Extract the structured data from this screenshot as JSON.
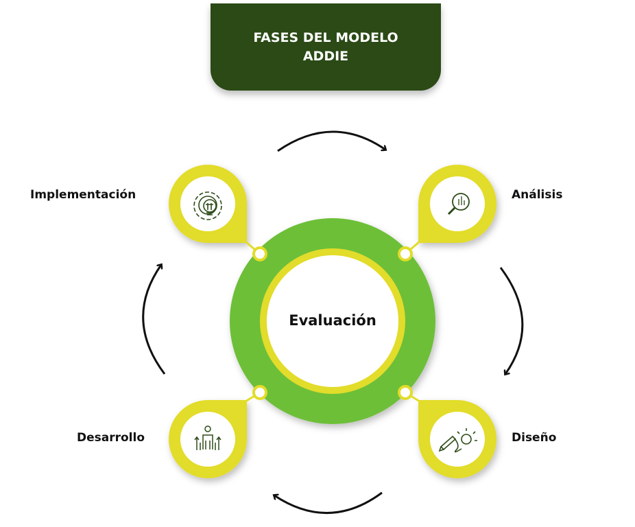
{
  "title": "FASES DEL MODELO ADDIE",
  "center": {
    "label": "Evaluación"
  },
  "phases": [
    {
      "label": "Análisis",
      "icon": "magnifier-chart-icon"
    },
    {
      "label": "Diseño",
      "icon": "pencil-lightbulb-icon"
    },
    {
      "label": "Desarrollo",
      "icon": "person-growth-icon"
    },
    {
      "label": "Implementación",
      "icon": "gear-lightbulb-icon"
    }
  ],
  "colors": {
    "title_bg": "#2b4a16",
    "ring_green": "#6dbf37",
    "pin_yellow": "#e2dc2a",
    "icon_stroke": "#2b4a16"
  }
}
